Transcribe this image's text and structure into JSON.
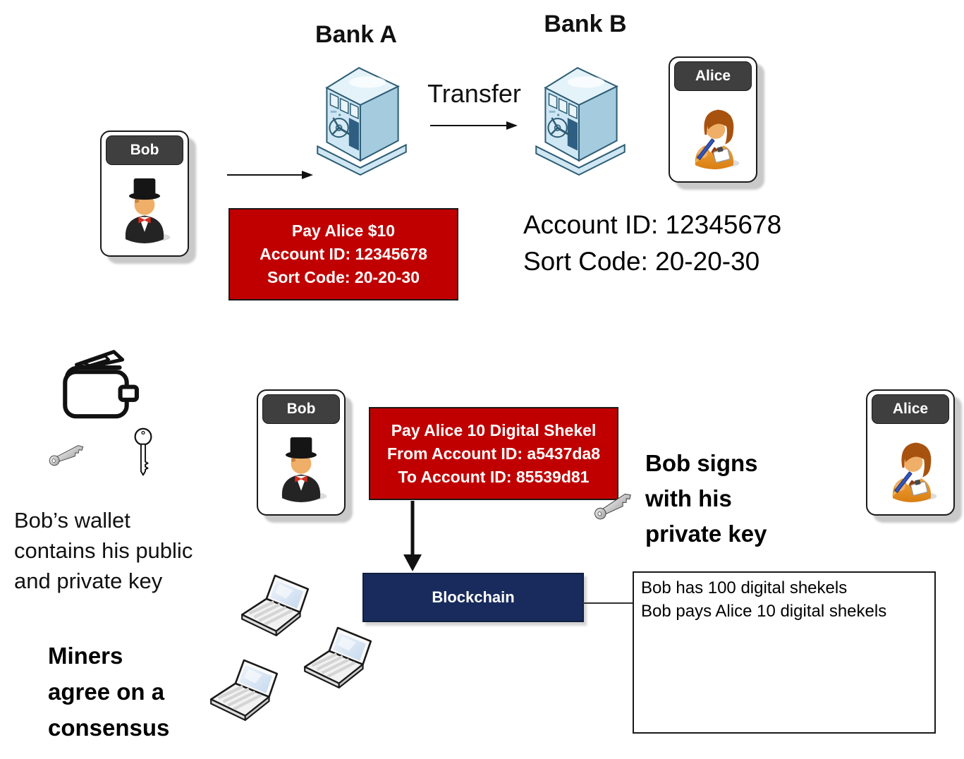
{
  "colors": {
    "accent_red": "#C00000",
    "blockchain_navy": "#182B5C",
    "card_header_gray": "#3F3F3F",
    "bank_blue_light": "#CFE7F5",
    "bank_blue_outline": "#2F5E75"
  },
  "top": {
    "bank_a_label": "Bank A",
    "bank_b_label": "Bank B",
    "transfer_label": "Transfer",
    "bob_name": "Bob",
    "alice_name": "Alice",
    "payment_note": {
      "line1": "Pay Alice $10",
      "line2": "Account ID: 12345678",
      "line3": "Sort Code: 20-20-30"
    },
    "account_line1": "Account ID: 12345678",
    "account_line2": "Sort Code: 20-20-30"
  },
  "bottom": {
    "bob_name": "Bob",
    "alice_name": "Alice",
    "wallet_caption": {
      "line1": "Bob’s wallet",
      "line2": "contains his public",
      "line3": "and private key"
    },
    "transaction_note": {
      "line1": "Pay Alice 10 Digital Shekel",
      "line2": "From Account ID: a5437da8",
      "line3": "To Account ID: 85539d81"
    },
    "sign_caption": {
      "line1": "Bob signs",
      "line2": "with his",
      "line3": "private key"
    },
    "blockchain_label": "Blockchain",
    "miners_caption": {
      "line1": "Miners",
      "line2": "agree on a",
      "line3": "consensus"
    },
    "ledger": {
      "line1": "Bob has 100 digital shekels",
      "line2": "Bob pays Alice 10 digital shekels"
    }
  }
}
